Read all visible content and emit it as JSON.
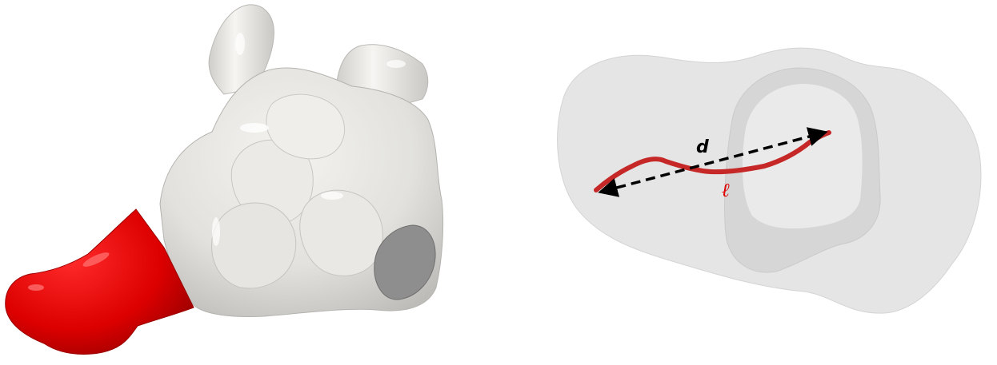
{
  "figure": {
    "left_panel": {
      "description_name": "3d-heart-model",
      "colors": {
        "body": "#e4e3df",
        "appendage": "#e00000",
        "cut_face": "#8c8c8c"
      }
    },
    "right_panel": {
      "labels": {
        "distance": "d",
        "length": "ℓ"
      },
      "colors": {
        "shell": "#e2e2e2",
        "centerline": "#c62828",
        "distance_line": "#000000",
        "length_label": "#e00000",
        "distance_label": "#000000"
      }
    }
  }
}
